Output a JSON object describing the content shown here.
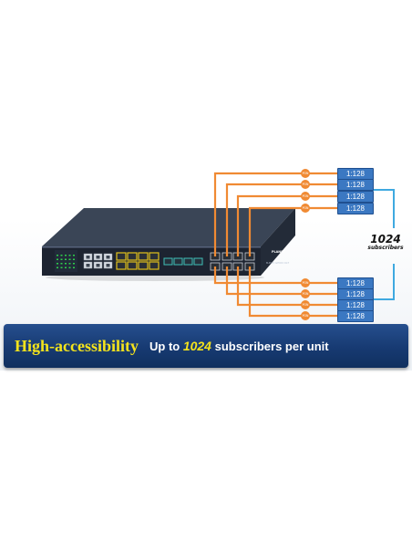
{
  "device": {
    "brand": "PLANET",
    "model": "8-Port GPON OLT"
  },
  "pon_ports": {
    "label": "PON",
    "top_ratios": [
      "1:128",
      "1:128",
      "1:128",
      "1:128"
    ],
    "bottom_ratios": [
      "1:128",
      "1:128",
      "1:128",
      "1:128"
    ]
  },
  "total": {
    "value": "1024",
    "caption": "subscribers"
  },
  "banner": {
    "headline": "High-accessibility",
    "sub_prefix": "Up to ",
    "sub_value": "1024",
    "sub_suffix": " subscribers per unit"
  },
  "colors": {
    "fiber": "#f08a33",
    "ratio_box": "#3b78c2",
    "bracket": "#3fa9e0",
    "banner": "#173a72",
    "highlight": "#f4e31c"
  }
}
